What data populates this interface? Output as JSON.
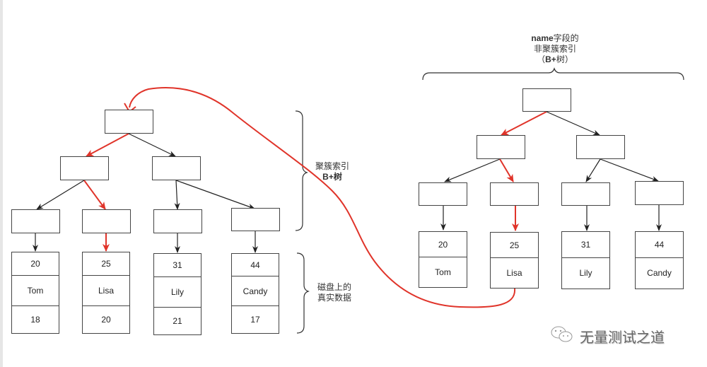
{
  "colors": {
    "highlight": "#e0342a",
    "edge": "#222222",
    "box": "#444444"
  },
  "clustered_index": {
    "label_line1": "聚簇索引",
    "label_line2": "B+树",
    "records": [
      {
        "id": "20",
        "name": "Tom",
        "age": "18",
        "highlight": false
      },
      {
        "id": "25",
        "name": "Lisa",
        "age": "20",
        "highlight": true
      },
      {
        "id": "31",
        "name": "Lily",
        "age": "21",
        "highlight": false
      },
      {
        "id": "44",
        "name": "Candy",
        "age": "17",
        "highlight": false
      }
    ]
  },
  "disk_data": {
    "label_line1": "磁盘上的",
    "label_line2": "真实数据"
  },
  "secondary_index": {
    "title_line1_latin": "name",
    "title_line1_cjk": "字段的",
    "title_line2": "非聚簇索引",
    "title_line3_open": "（",
    "title_line3_latin": "B+",
    "title_line3_cjk": "树",
    "title_line3_close": "）",
    "records": [
      {
        "id": "20",
        "name": "Tom",
        "highlight": false
      },
      {
        "id": "25",
        "name": "Lisa",
        "highlight": true
      },
      {
        "id": "31",
        "name": "Lily",
        "highlight": false
      },
      {
        "id": "44",
        "name": "Candy",
        "highlight": false
      }
    ]
  },
  "watermark": {
    "icon": "wechat-icon",
    "text": "无量测试之道"
  }
}
